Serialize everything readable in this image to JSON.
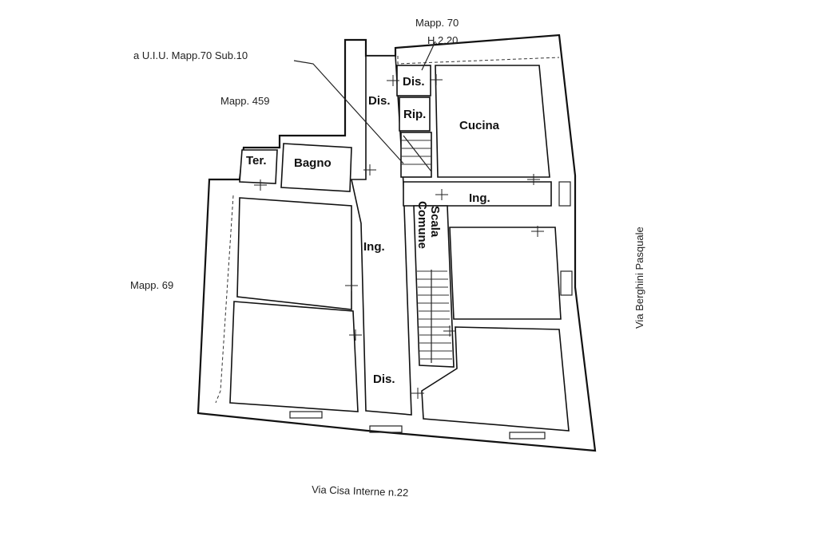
{
  "annotations": {
    "mapp70": "Mapp. 70",
    "height": "H.2.20",
    "uiu": "a U.I.U. Mapp.70 Sub.10",
    "mapp459": "Mapp. 459",
    "mapp69": "Mapp. 69",
    "street_east": "Via Berghini Pasquale",
    "street_south": "Via Cisa Interne n.22"
  },
  "rooms": {
    "dis_top": "Dis.",
    "dis_left": "Dis.",
    "rip": "Rip.",
    "cucina": "Cucina",
    "ter": "Ter.",
    "bagno": "Bagno",
    "ing_right": "Ing.",
    "scala_1": "Scala",
    "scala_2": "Comune",
    "ing_center": "Ing.",
    "dis_bottom": "Dis."
  }
}
